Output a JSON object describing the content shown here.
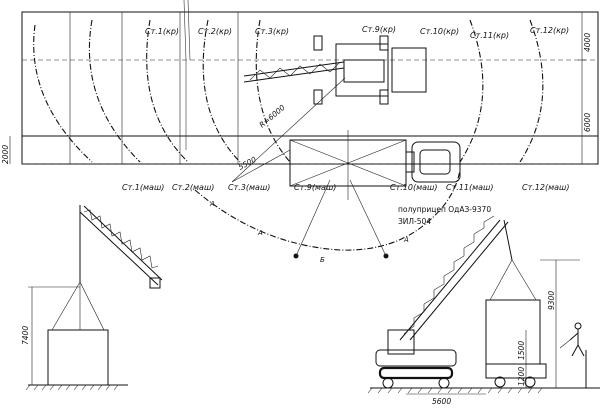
{
  "plan": {
    "stations_top": [
      {
        "id": "st1",
        "label": "Ст.1(кр)"
      },
      {
        "id": "st2",
        "label": "Ст.2(кр)"
      },
      {
        "id": "st3",
        "label": "Ст.3(кр)"
      },
      {
        "id": "st9",
        "label": "Ст.9(кр)"
      },
      {
        "id": "st10",
        "label": "Ст.10(кр)"
      },
      {
        "id": "st11",
        "label": "Ст.11(кр)"
      },
      {
        "id": "st12",
        "label": "Ст.12(кр)"
      }
    ],
    "stations_bottom": [
      {
        "id": "st1m",
        "label": "Ст.1(маш)"
      },
      {
        "id": "st2m",
        "label": "Ст.2(маш)"
      },
      {
        "id": "st3m",
        "label": "Ст.3(маш)"
      },
      {
        "id": "st9m",
        "label": "Ст.9(маш)"
      },
      {
        "id": "st10m",
        "label": "Ст.10(маш)"
      },
      {
        "id": "st11m",
        "label": "Ст.11(маш)"
      },
      {
        "id": "st12m",
        "label": "Ст.12(маш)"
      }
    ],
    "dims": {
      "right_top": "4000",
      "right_bottom": "6000",
      "left": "2000",
      "radius": "R=6000",
      "offset": "5500"
    },
    "point_labels": {
      "a1": "А",
      "a2": "А",
      "a3": "Б",
      "a4": "А"
    },
    "trailer_note": {
      "line1": "полуприцеп ОдАЗ-9370",
      "line2": "ЗИЛ-504"
    }
  },
  "elevation_left": {
    "height": "7400"
  },
  "elevation_right": {
    "height_top": "9300",
    "height_mid": "1500",
    "height_low": "1200",
    "base": "5600"
  }
}
